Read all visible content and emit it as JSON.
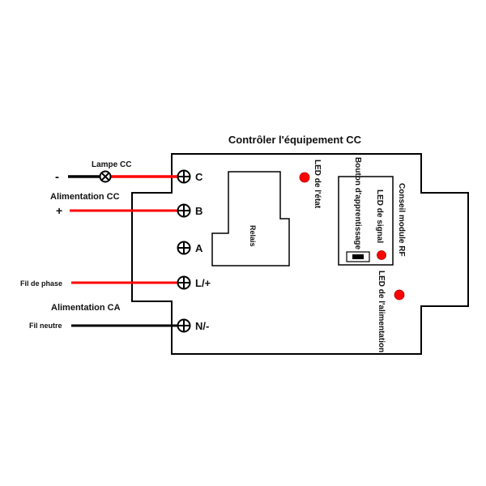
{
  "title": "Contrôler l'équipement CC",
  "colors": {
    "live_wire": "#ff0000",
    "neutral_wire": "#000000",
    "led": "#ff0000",
    "outline": "#000000"
  },
  "terminals": [
    {
      "id": "C",
      "label": "C"
    },
    {
      "id": "B",
      "label": "B"
    },
    {
      "id": "A",
      "label": "A"
    },
    {
      "id": "L",
      "label": "L/+"
    },
    {
      "id": "N",
      "label": "N/-"
    }
  ],
  "external": {
    "lamp_label": "Lampe CC",
    "minus_sign": "-",
    "plus_sign": "+",
    "dc_supply_label": "Alimentation CC",
    "phase_label": "Fil de phase",
    "ac_supply_label": "Alimentation CA",
    "neutral_label": "Fil neutre"
  },
  "internal": {
    "relay_label": "Relais",
    "status_led_label": "LED de l'état",
    "learn_button_label": "Bouton d'apprentissage",
    "signal_led_label": "LED de signal",
    "rf_module_label": "Conseil module RF",
    "power_led_label": "LED de l'alimentation"
  }
}
